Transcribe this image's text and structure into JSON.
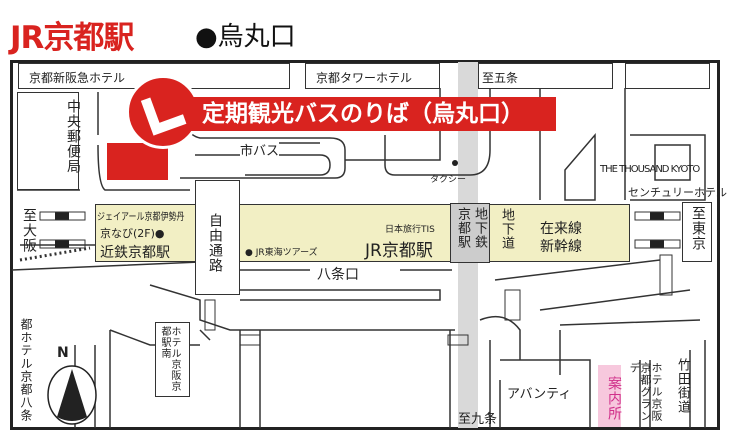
{
  "header": {
    "title": "JR京都駅",
    "subtitle": "●烏丸口"
  },
  "banner": {
    "text": "定期観光バスのりば（烏丸口）",
    "color": "#d9231f",
    "icon": "arrow-down-left-icon"
  },
  "labels": {
    "hankyu_hotel": "京都新阪急ホテル",
    "tower_hotel": "京都タワーホテル",
    "to_gojo": "至五条",
    "post_office": "中央郵便局",
    "city_bus": "市バス",
    "taxi": "タクシー",
    "thousand": "THE THOUSAND KYOTO",
    "century": "センチュリーホテル",
    "to_osaka": "至大阪",
    "to_tokyo": "至東京",
    "isetan": "ジェイアール京都伊勢丹",
    "kyonavi": "京なび(2F)●",
    "kintetsu": "近鉄京都駅",
    "free_passage": "自由通路",
    "jr_tokai": "● JR東海ツアーズ",
    "tis": "日本旅行TIS",
    "jr_station": "JR京都駅",
    "subway": "京都駅",
    "subway2": "地下鉄",
    "underpass": "地下道",
    "zairai": "在来線",
    "shinkansen": "新幹線",
    "hachijo": "八条口",
    "miyako": "都ホテル京都八条",
    "keihan_hotel": "ホテル京阪京都駅南",
    "avanti": "アバンティ",
    "to_kujo": "至九条",
    "info": "案内所",
    "granda": "ホテル京阪京都グランデ",
    "takeda": "竹田街道",
    "north": "N"
  },
  "colors": {
    "accent": "#d9231f",
    "station": "#f2efc4",
    "info": "#d0308a"
  }
}
